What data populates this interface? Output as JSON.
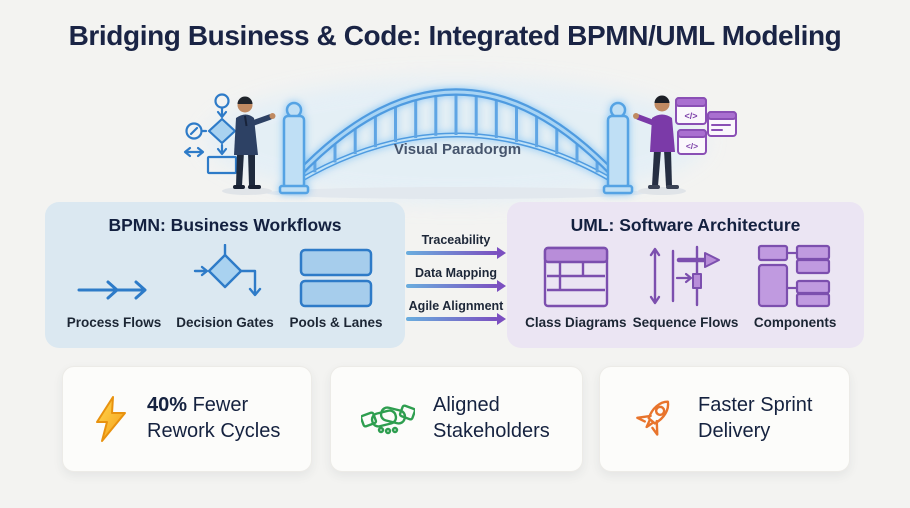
{
  "page": {
    "title": "Bridging Business & Code: Integrated BPMN/UML Modeling",
    "background": "#f3f3f1"
  },
  "hero": {
    "bridge_label": "Visual Paradorgm",
    "left_figure": "business analyst with BPMN flowchart",
    "right_figure": "developer with code windows",
    "code_window_glyph": "</>",
    "bridge_color": "#4f9be0"
  },
  "bpmn_panel": {
    "title": "BPMN: Business Workflows",
    "accent": "#2e7bc8",
    "bg": "#dbe8f1",
    "items": [
      {
        "label": "Process Flows",
        "icon": "process-flow-arrow-icon"
      },
      {
        "label": "Decision Gates",
        "icon": "decision-gateway-icon"
      },
      {
        "label": "Pools & Lanes",
        "icon": "pools-lanes-icon"
      }
    ]
  },
  "links": {
    "labels": [
      "Traceability",
      "Data Mapping",
      "Agile Alignment"
    ],
    "gradient_from": "#6aaede",
    "gradient_to": "#7b4fc0"
  },
  "uml_panel": {
    "title": "UML: Software Architecture",
    "accent": "#7c4fae",
    "bg": "#ebe5f3",
    "items": [
      {
        "label": "Class Diagrams",
        "icon": "class-diagram-icon"
      },
      {
        "label": "Sequence Flows",
        "icon": "sequence-flow-icon"
      },
      {
        "label": "Components",
        "icon": "components-icon"
      }
    ]
  },
  "benefits": [
    {
      "icon": "lightning-icon",
      "strong": "40%",
      "line1": " Fewer",
      "line2": "Rework Cycles",
      "color": "#f5a623"
    },
    {
      "icon": "handshake-icon",
      "strong": "",
      "line1": "Aligned",
      "line2": "Stakeholders",
      "color": "#2e9e4f"
    },
    {
      "icon": "rocket-icon",
      "strong": "",
      "line1": "Faster Sprint",
      "line2": "Delivery",
      "color": "#e8742c"
    }
  ]
}
